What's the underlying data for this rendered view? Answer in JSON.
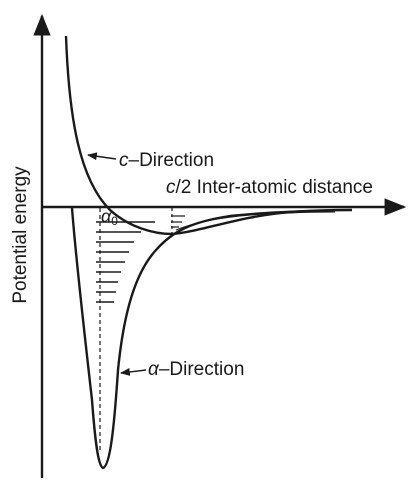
{
  "axes": {
    "y_label": "Potential energy",
    "x_label_prefix": "c",
    "x_label_suffix": "/2 Inter-atomic distance"
  },
  "curves": {
    "c_direction": {
      "name_italic": "c",
      "name_rest": "–Direction"
    },
    "a_direction": {
      "name_italic": "α",
      "name_rest": "–Direction"
    }
  },
  "annotations": {
    "equilibrium_symbol": "α",
    "equilibrium_subscript": "0"
  },
  "colors": {
    "ink": "#1a1a1a",
    "background": "#ffffff"
  }
}
